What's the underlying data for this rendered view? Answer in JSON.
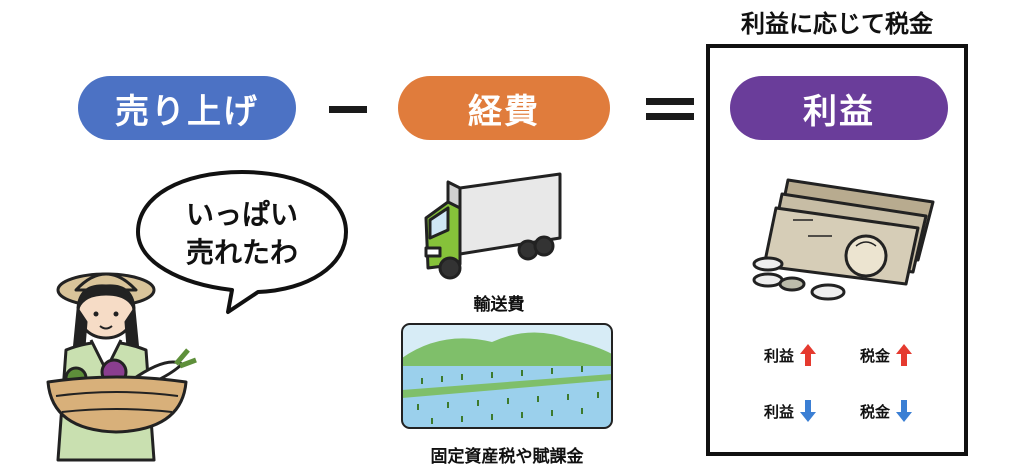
{
  "equation": {
    "sales": "売り上げ",
    "expenses": "経費",
    "profit": "利益"
  },
  "profit_box": {
    "title": "利益に応じて税金",
    "row1": {
      "profit_label": "利益",
      "profit_arrow": "up",
      "tax_label": "税金",
      "tax_arrow": "up"
    },
    "row2": {
      "profit_label": "利益",
      "profit_arrow": "down",
      "tax_label": "税金",
      "tax_arrow": "down"
    }
  },
  "speech_bubble": {
    "line1": "いっぱい",
    "line2": "売れたわ"
  },
  "expense_items": {
    "truck_caption": "輸送費",
    "field_caption": "固定資産税や賦課金"
  },
  "colors": {
    "sales": "#4c72c4",
    "expenses": "#e07c3c",
    "profit": "#6a3d9a",
    "arrow_up": "#e53a2f",
    "arrow_down": "#3b7fd4"
  },
  "icons": [
    "farmer-woman-icon",
    "truck-icon",
    "rice-field-icon",
    "banknotes-coins-icon"
  ]
}
